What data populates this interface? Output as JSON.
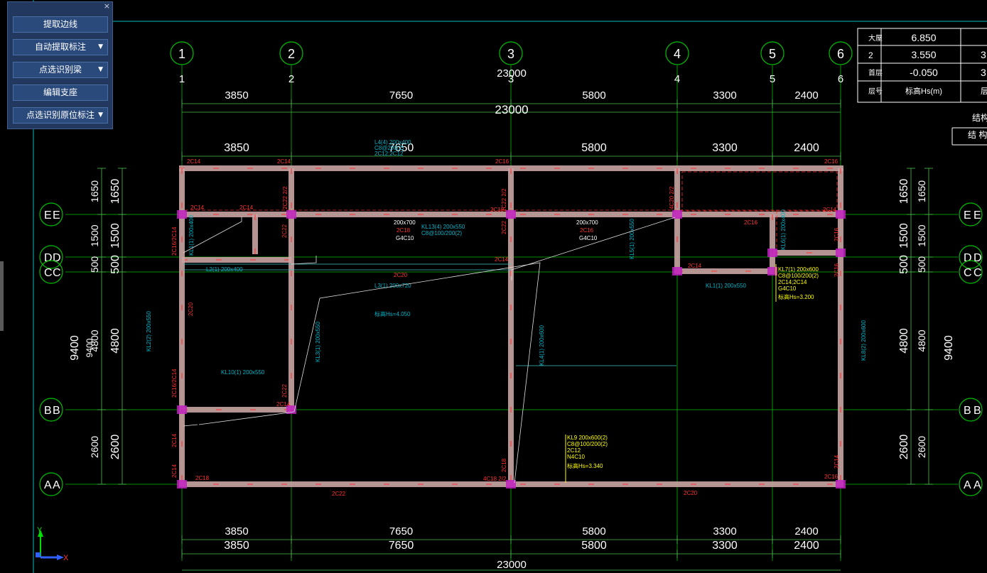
{
  "panel": {
    "close_glyph": "×",
    "buttons": [
      {
        "label": "提取边线",
        "dropdown": false
      },
      {
        "label": "自动提取标注",
        "dropdown": true
      },
      {
        "label": "点选识别梁",
        "dropdown": true
      },
      {
        "label": "编辑支座",
        "dropdown": false
      },
      {
        "label": "点选识别原位标注",
        "dropdown": true
      }
    ],
    "dropdown_glyph": "▼"
  },
  "axes": {
    "columns": [
      "1",
      "2",
      "3",
      "4",
      "5",
      "6"
    ],
    "rows": [
      "E",
      "D",
      "C",
      "B",
      "A"
    ]
  },
  "dims": {
    "top_spans": [
      "3850",
      "7650",
      "5800",
      "3300",
      "2400"
    ],
    "top_total": "23000",
    "bottom_total": "23000",
    "left_spans": [
      "1650",
      "1500",
      "500",
      "4800",
      "2600"
    ],
    "left_total": "9400",
    "left_total_dup": "9400",
    "right_spans": [
      "1650",
      "1500",
      "500",
      "4800",
      "2600"
    ],
    "right_total": "9400"
  },
  "level_table": {
    "rows": [
      {
        "name": "大屋",
        "value": "6.850",
        "extra": ""
      },
      {
        "name": "2",
        "value": "3.550",
        "extra": "3"
      },
      {
        "name": "首层",
        "value": "-0.050",
        "extra": "3"
      }
    ],
    "header": {
      "name": "层号",
      "value": "标高Hs(m)",
      "extra": "层"
    },
    "side_note_1": "结构层",
    "side_note_2": "结 构"
  },
  "beam_labels": [
    {
      "text": "L4(4) 200x400"
    },
    {
      "text": "C8@200(2)"
    },
    {
      "text": "2C12;2C12"
    },
    {
      "text": "KL1(1) 200x400"
    },
    {
      "text": "KL13(4) 200x550"
    },
    {
      "text": "C8@100/200(2)"
    },
    {
      "text": "L2(1) 200x400"
    },
    {
      "text": "L3(1) 200x720"
    },
    {
      "text": "KL2(2) 200x550"
    },
    {
      "text": "KL10(1) 200x550"
    },
    {
      "text": "KL3(1) 200x550"
    },
    {
      "text": "KL4(1) 200x600"
    },
    {
      "text": "KL5(1) 200x550"
    },
    {
      "text": "KL6(1) 200x400"
    },
    {
      "text": "KL7(1) 200x600"
    },
    {
      "text": "KL1(1) 200x550"
    },
    {
      "text": "KL8(2) 200x600"
    },
    {
      "text": "KL9 200x600(2)"
    },
    {
      "text": "200x700"
    },
    {
      "text": "2C18"
    },
    {
      "text": "G4C10"
    },
    {
      "text": "2C16"
    }
  ],
  "annotations": {
    "kl7": [
      "KL7(1) 200x600",
      "C8@100/200(2)",
      "2C14;2C14",
      "G4C10",
      "标高Hs=3.200"
    ],
    "kl9": [
      "KL9 200x600(2)",
      "C8@100/200(2)",
      "2C12",
      "N4C10",
      "标高Hs=3.340"
    ],
    "l3_hs": "标高Hs=4.050"
  },
  "rebar_tags": [
    "2C14",
    "2C14",
    "2C16",
    "2C14",
    "2C14",
    "2C18",
    "2C16",
    "2C14",
    "2C20",
    "2C22",
    "2C20",
    "2C22",
    "2C18",
    "2C20",
    "2C14",
    "2C16",
    "2C14",
    "2C16",
    "2C16/2C14",
    "4C18 2/2",
    "4C20 2/2",
    "2C22 2/2"
  ],
  "ucs": {
    "x": "X",
    "y": "Y"
  },
  "colors": {
    "axis": "#00c000",
    "dim": "#ffffff",
    "beam": "#c9a3a3",
    "column": "#c020c0",
    "rebar_red": "#ff3030",
    "label_cyan": "#00b4c8",
    "label_yellow": "#ffff00"
  }
}
